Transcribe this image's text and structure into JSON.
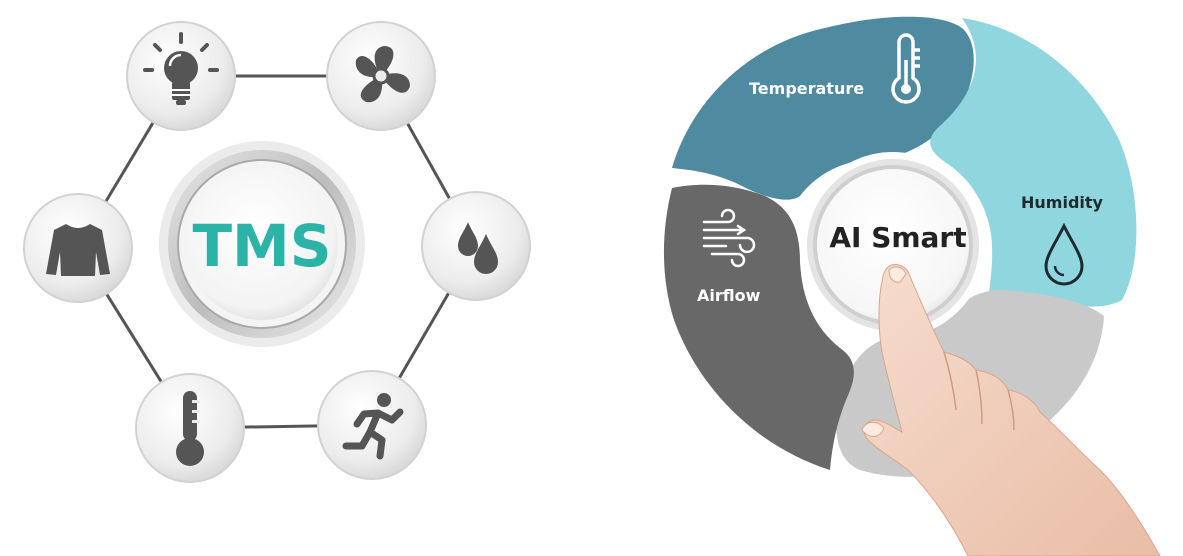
{
  "tms_diagram": {
    "center_label": "TMS",
    "nodes": [
      {
        "icon": "light-bulb-icon"
      },
      {
        "icon": "fan-icon"
      },
      {
        "icon": "water-drops-icon"
      },
      {
        "icon": "running-person-icon"
      },
      {
        "icon": "thermometer-icon"
      },
      {
        "icon": "shirt-icon"
      }
    ],
    "colors": {
      "accent": "#2bb3a8",
      "icon": "#555555",
      "node_fill": "#ececec",
      "connector": "#555555"
    }
  },
  "ai_smart_diagram": {
    "center_label": "AI Smart",
    "segments": [
      {
        "label": "Temperature",
        "icon": "thermometer-outline-icon",
        "color": "#4e8aa0"
      },
      {
        "label": "Humidity",
        "icon": "droplet-outline-icon",
        "color": "#8fd6df"
      },
      {
        "label": "Airflow",
        "icon": "wind-icon",
        "color": "#686868"
      },
      {
        "label": "",
        "icon": "",
        "color": "#c9c9c9"
      }
    ],
    "hand": {
      "icon": "pointing-hand-icon"
    }
  }
}
